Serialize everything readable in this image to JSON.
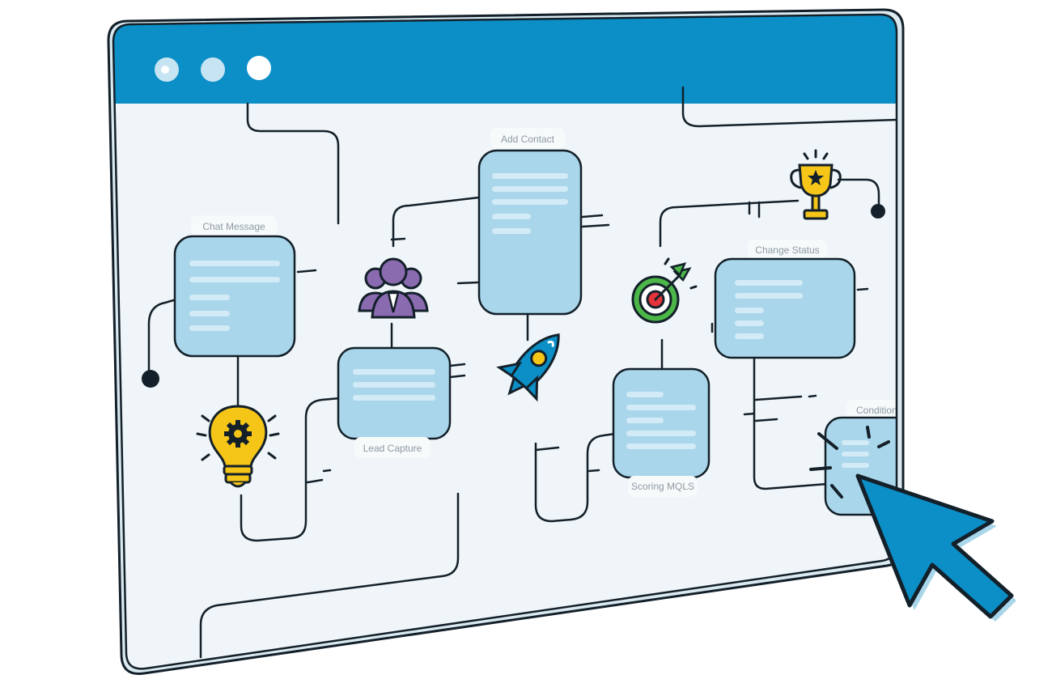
{
  "window": {
    "titlebar_color": "#0b8fc6",
    "canvas_color": "#eff5f8",
    "frame_color": "#dbe9f1",
    "outline_color": "#13202a",
    "buttons": [
      "window-dot-1",
      "window-dot-2",
      "window-dot-3"
    ]
  },
  "nodes": [
    {
      "id": "chat-message",
      "label": "Chat Message"
    },
    {
      "id": "lead-capture",
      "label": "Lead Capture"
    },
    {
      "id": "add-contact",
      "label": "Add Contact"
    },
    {
      "id": "scoring-mqls",
      "label": "Scoring MQLS"
    },
    {
      "id": "change-status",
      "label": "Change Status"
    },
    {
      "id": "conditional",
      "label": "Conditional"
    }
  ],
  "icons": [
    "lightbulb-gear-icon",
    "team-icon",
    "rocket-icon",
    "target-arrow-icon",
    "trophy-icon",
    "cursor-arrow-icon"
  ],
  "colors": {
    "card_fill": "#a9d6ea",
    "card_bar": "#d3ebf6",
    "accent_yellow": "#f5c518",
    "accent_purple": "#8b6bb0",
    "accent_green": "#4cb748",
    "accent_red": "#e2343a",
    "cursor_blue": "#0b8fc6"
  }
}
